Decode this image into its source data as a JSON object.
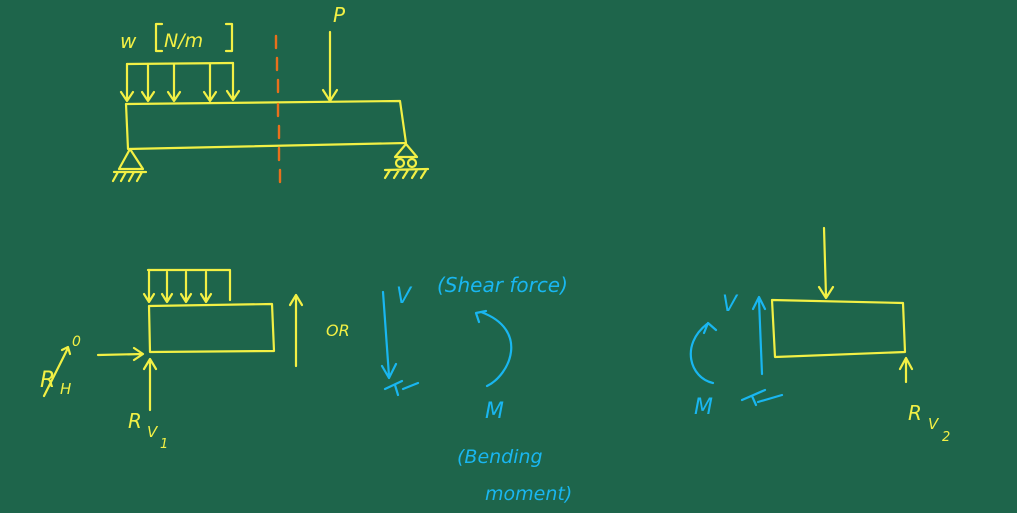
{
  "labels": {
    "w": "w",
    "load_unit": "N/m",
    "point_load": "P",
    "rh": "R",
    "rh_sub": "H",
    "rh_zero": "0",
    "rv1": "R",
    "rv1_sub": "V",
    "rv1_idx": "1",
    "rv2": "R",
    "rv2_sub": "V",
    "rv2_idx": "2",
    "or": "OR",
    "v_left": "V",
    "shear": "(Shear force)",
    "m_left": "M",
    "bending_1": "(Bending",
    "bending_2": "moment)",
    "v_right": "V",
    "m_right": "M"
  },
  "colors": {
    "background": "#1e654b",
    "yellow_chalk": "#f2f045",
    "blue_chalk": "#19b6f0",
    "orange_cut": "#e8701c"
  }
}
